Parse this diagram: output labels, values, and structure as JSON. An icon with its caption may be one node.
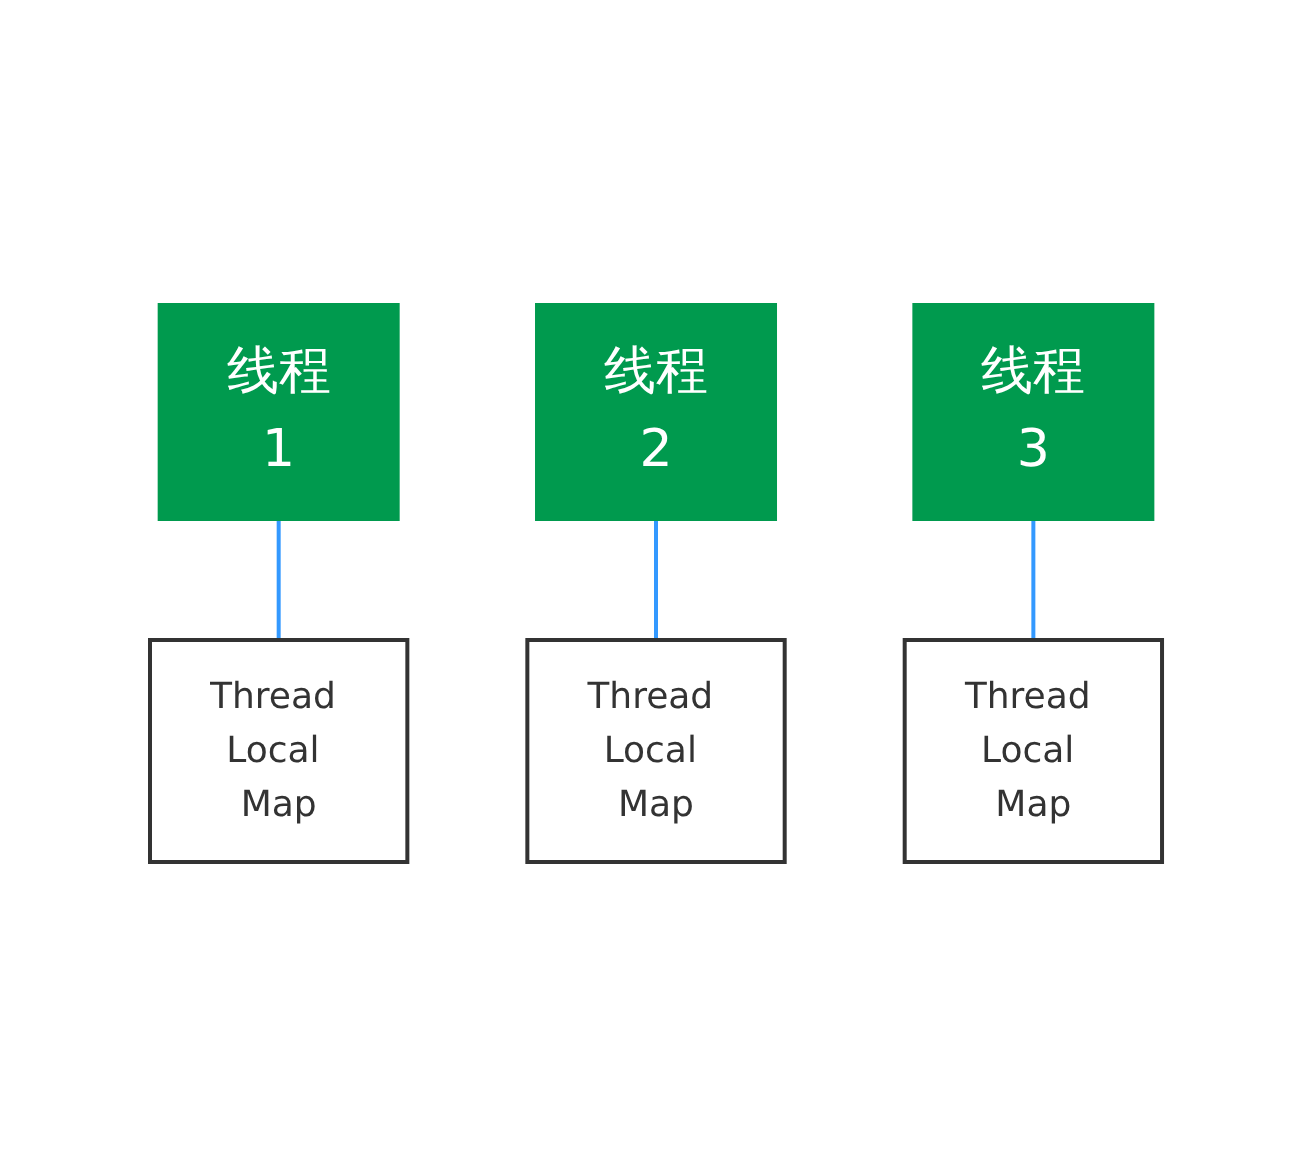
{
  "diagram": {
    "nodes": [
      {
        "text": [
          "线程1"
        ]
      },
      {
        "text": [
          "线程2"
        ]
      },
      {
        "text": [
          "线程3"
        ]
      },
      {
        "text": [
          "Thread Local Map"
        ]
      },
      {
        "text": [
          "Thread Local Map"
        ]
      },
      {
        "text": [
          "Thread Local Map"
        ]
      }
    ],
    "edges": [
      {
        "from": 0,
        "to": 3,
        "arrow": "none"
      },
      {
        "from": 1,
        "to": 4,
        "arrow": "none"
      },
      {
        "from": 2,
        "to": 5,
        "arrow": "none"
      }
    ]
  }
}
